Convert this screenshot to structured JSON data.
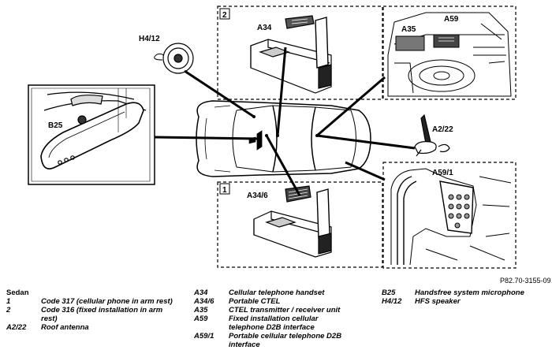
{
  "figure": {
    "part_code": "P82.70-3155-09",
    "callouts": {
      "box2": "2",
      "box1": "1",
      "a34": "A34",
      "a35": "A35",
      "a59": "A59",
      "h412": "H4/12",
      "b25": "B25",
      "a222": "A2/22",
      "a591": "A59/1",
      "a346": "A34/6"
    }
  },
  "legend": {
    "heading": "Sedan",
    "col1": [
      {
        "key": "1",
        "text": "Code 317 (cellular phone in arm rest)"
      },
      {
        "key": "2",
        "text": "Code 316 (fixed installation in arm rest)"
      },
      {
        "key": "A2/22",
        "text": "Roof antenna"
      }
    ],
    "col2": [
      {
        "key": "A34",
        "text": "Cellular telephone handset"
      },
      {
        "key": "A34/6",
        "text": "Portable CTEL"
      },
      {
        "key": "A35",
        "text": "CTEL transmitter / receiver unit"
      },
      {
        "key": "A59",
        "text": "Fixed installation cellular telephone D2B interface"
      },
      {
        "key": "A59/1",
        "text": "Portable cellular telephone D2B interface"
      }
    ],
    "col3": [
      {
        "key": "B25",
        "text": "Handsfree system microphone"
      },
      {
        "key": "H4/12",
        "text": "HFS speaker"
      }
    ]
  }
}
